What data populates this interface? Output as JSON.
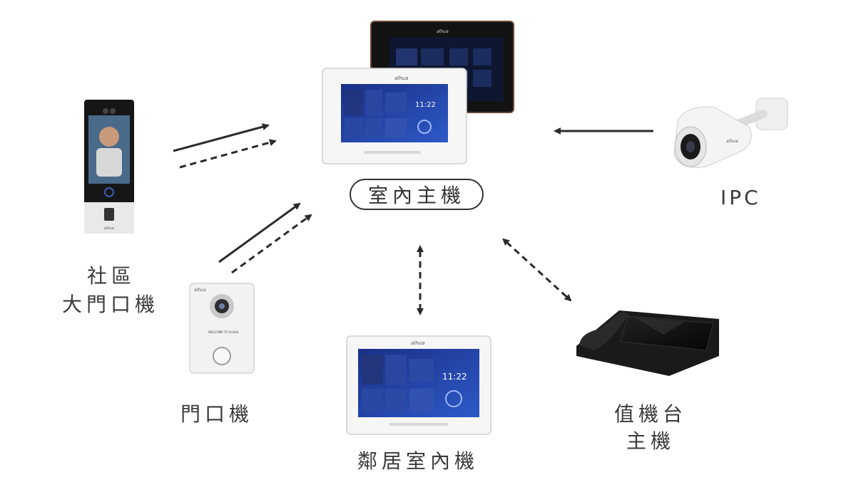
{
  "nodes": {
    "main_unit": "室內主機",
    "ipc": "IPC",
    "community_gate_line1": "社區",
    "community_gate_line2": "大門口機",
    "door_station": "門口機",
    "neighbor_indoor": "鄰居室內機",
    "guard_console_line1": "值機台",
    "guard_console_line2": "主機"
  },
  "devices": {
    "brand": "alhua",
    "monitor_time": "11:22",
    "door_station_text": "WELCOME TO ALHUA"
  },
  "connections": [
    {
      "from": "community_gate",
      "to": "main_unit",
      "style": "solid"
    },
    {
      "from": "community_gate",
      "to": "main_unit",
      "style": "dashed"
    },
    {
      "from": "door_station",
      "to": "main_unit",
      "style": "solid"
    },
    {
      "from": "door_station",
      "to": "main_unit",
      "style": "dashed"
    },
    {
      "from": "ipc",
      "to": "main_unit",
      "style": "solid"
    },
    {
      "from": "main_unit",
      "to": "neighbor_indoor",
      "style": "dashed-bidirectional"
    },
    {
      "from": "main_unit",
      "to": "guard_console",
      "style": "dashed-bidirectional"
    }
  ],
  "colors": {
    "arrow": "#2b2b2b",
    "screen_blue": "#1c3c9a",
    "device_white": "#f4f4f4"
  }
}
